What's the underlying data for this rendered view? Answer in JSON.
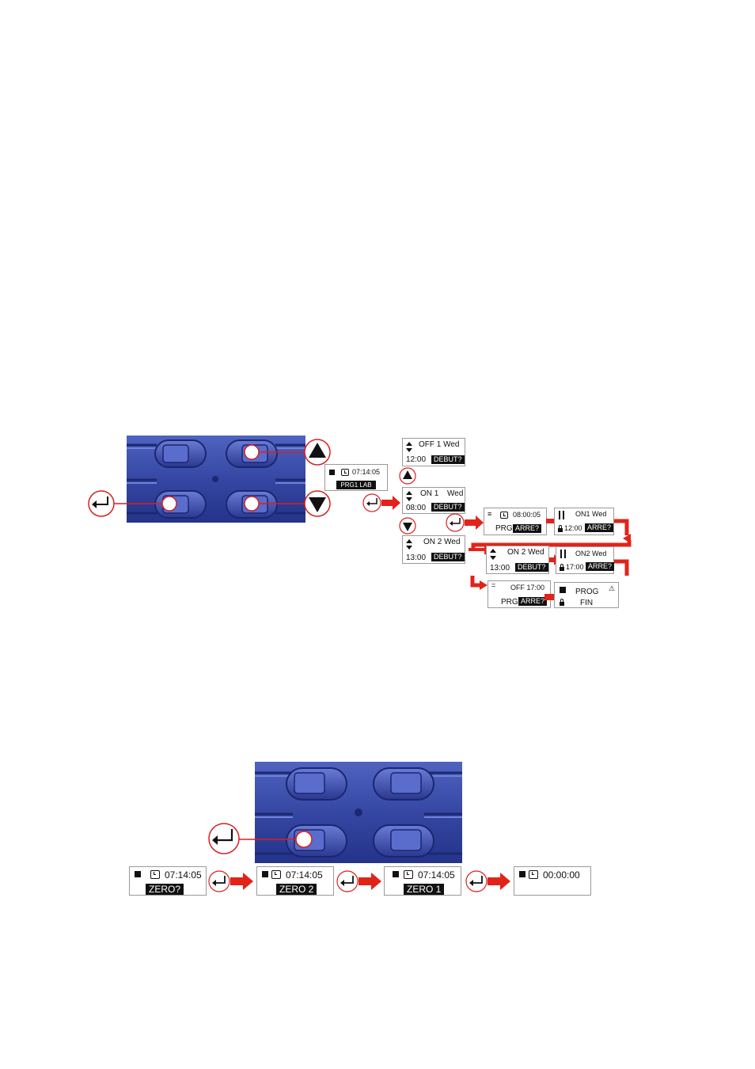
{
  "colors": {
    "device_blue": "#3a4fa8",
    "arrow_red": "#e2231a",
    "lcd_border": "#9a9a9a"
  },
  "icons": [
    "enter-key-icon",
    "up-button-icon",
    "down-button-icon",
    "clock-icon",
    "lock-icon",
    "bell-icon"
  ],
  "prog_diagram": {
    "main_screen": {
      "time": "07:14:05",
      "label": "PRG1 LAB"
    },
    "off1": {
      "title": "OFF 1 Wed",
      "time": "12:00",
      "action": "DEBUT?"
    },
    "on1": {
      "title": "ON 1",
      "day": "Wed",
      "time": "08:00",
      "action": "DEBUT?"
    },
    "on2": {
      "title": "ON 2 Wed",
      "time": "13:00",
      "action": "DEBUT?"
    },
    "prg_on": {
      "time": "08:00:05",
      "label": "PRG",
      "action": "ARRE?"
    },
    "on1_detail": {
      "title": "ON1 Wed",
      "time": "12:00",
      "action": "ARRE?"
    },
    "on2_debut": {
      "title": "ON 2 Wed",
      "time": "13:00",
      "action": "DEBUT?"
    },
    "on2_detail": {
      "title": "ON2 Wed",
      "time": "17:00",
      "action": "ARRE?"
    },
    "off_prg": {
      "title": "OFF 17:00",
      "label": "PRG",
      "action": "ARRE?"
    },
    "fin": {
      "line1": "PROG",
      "line2": "FIN"
    }
  },
  "zero_diagram": {
    "screens": [
      {
        "time": "07:14:05",
        "label": "ZERO?"
      },
      {
        "time": "07:14:05",
        "label": "ZERO 2"
      },
      {
        "time": "07:14:05",
        "label": "ZERO 1"
      },
      {
        "time": "00:00:00",
        "label": ""
      }
    ]
  }
}
